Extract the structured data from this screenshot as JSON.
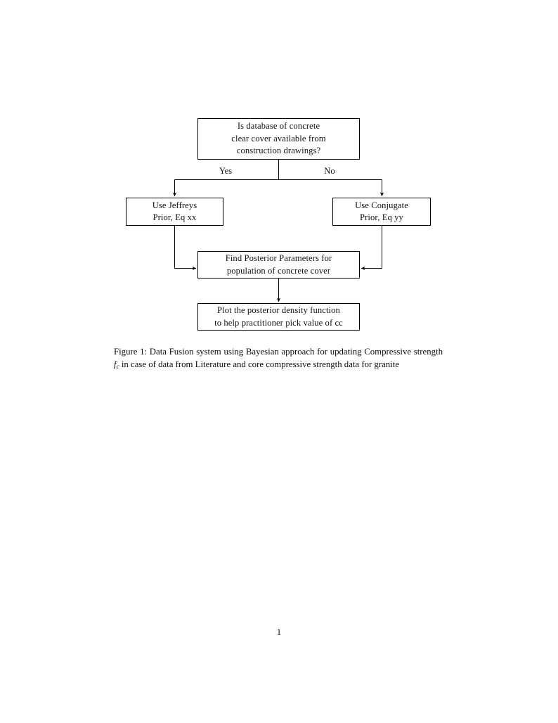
{
  "document": {
    "page_number": "1",
    "background_color": "#ffffff",
    "ink_color": "#000000"
  },
  "figure": {
    "type": "flowchart",
    "nodes": [
      {
        "id": "question",
        "shape": "rectangle",
        "lines": [
          "Is database of concrete",
          "clear cover available from",
          "construction drawings?"
        ]
      },
      {
        "id": "jeffreys",
        "shape": "rectangle",
        "lines": [
          "Use Jeffreys",
          "Prior, Eq xx"
        ]
      },
      {
        "id": "conjugate",
        "shape": "rectangle",
        "lines": [
          "Use Conjugate",
          "Prior, Eq yy"
        ]
      },
      {
        "id": "posterior",
        "shape": "rectangle",
        "lines": [
          "Find Posterior Parameters for",
          "population of concrete cover"
        ]
      },
      {
        "id": "plot",
        "shape": "rectangle",
        "lines": [
          "Plot the posterior density function",
          "to help practitioner pick value of cc"
        ]
      }
    ],
    "edge_labels": {
      "yes": "Yes",
      "no": "No"
    },
    "edges": [
      {
        "from": "question",
        "to": "jeffreys",
        "label": "Yes"
      },
      {
        "from": "question",
        "to": "conjugate",
        "label": "No"
      },
      {
        "from": "jeffreys",
        "to": "posterior",
        "label": ""
      },
      {
        "from": "conjugate",
        "to": "posterior",
        "label": ""
      },
      {
        "from": "posterior",
        "to": "plot",
        "label": ""
      }
    ]
  },
  "caption": {
    "label": "Figure 1:",
    "part1": " Data Fusion system using Bayesian approach for updating Compressive strength ",
    "math_base": "f",
    "math_sub": "c",
    "part2": " in case of data from Literature and core compressive strength data for granite",
    "full_text": "Figure 1: Data Fusion system using Bayesian approach for updating Compressive strength f_c in case of data from Literature and core compressive strength data for granite"
  }
}
